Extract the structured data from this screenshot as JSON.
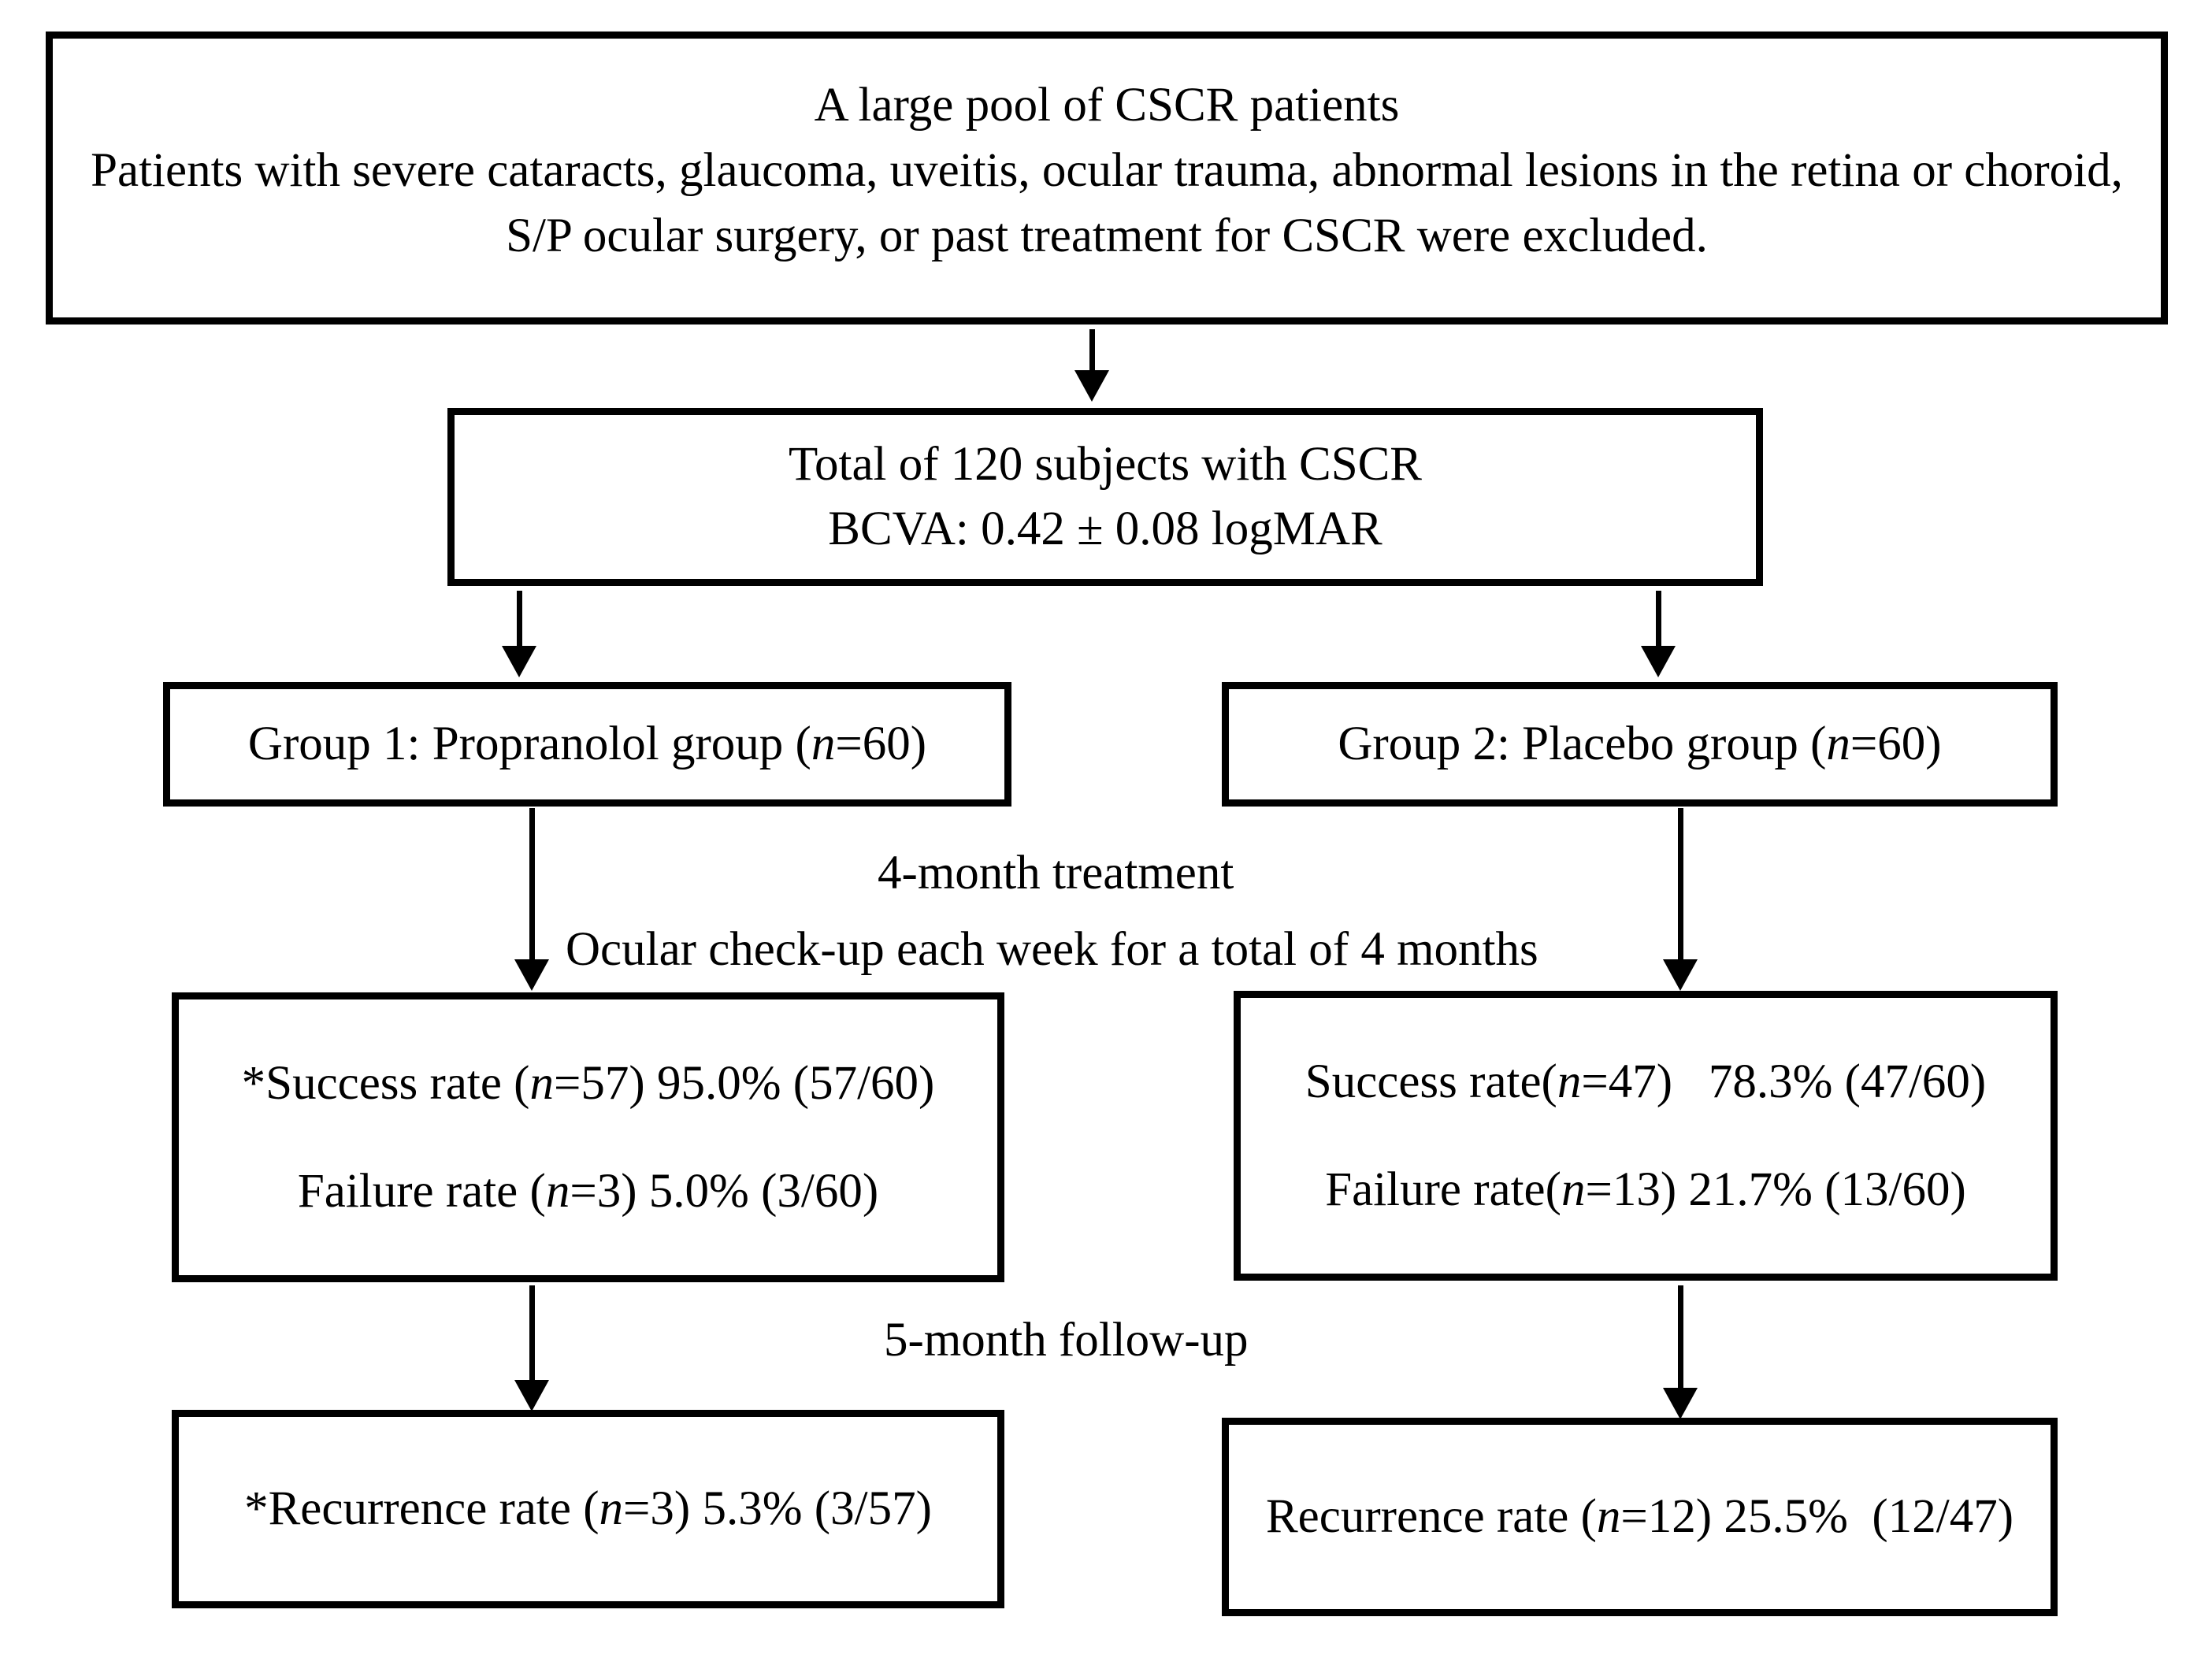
{
  "diagram": {
    "title": "CSCR propranolol vs placebo trial flowchart",
    "accent_color": "#000000",
    "background_color": "#ffffff"
  },
  "boxes": {
    "pool": {
      "line1": "A large pool of CSCR patients",
      "line2": "Patients with severe cataracts, glaucoma, uveitis, ocular trauma, abnormal lesions in the retina or choroid, S/P ocular surgery, or past treatment for CSCR were excluded."
    },
    "total": {
      "line1": "Total of 120 subjects with CSCR",
      "line2": "BCVA: 0.42 ± 0.08 logMAR"
    },
    "group1": {
      "prefix": "Group 1: Propranolol group (",
      "italic_n": "n",
      "suffix": "=60)"
    },
    "group2": {
      "prefix": "Group 2: Placebo group (",
      "italic_n": "n",
      "suffix": "=60)"
    },
    "rate1": {
      "success_prefix": "*Success rate (",
      "success_italic_n": "n",
      "success_suffix": "=57) 95.0% (57/60)",
      "failure_prefix": "Failure rate (",
      "failure_italic_n": "n",
      "failure_suffix": "=3) 5.0% (3/60)"
    },
    "rate2": {
      "success_prefix": "Success rate(",
      "success_italic_n": "n",
      "success_suffix": "=47)   78.3% (47/60)",
      "failure_prefix": "Failure rate(",
      "failure_italic_n": "n",
      "failure_suffix": "=13) 21.7% (13/60)"
    },
    "rec1": {
      "prefix": "*Recurrence rate (",
      "italic_n": "n",
      "suffix": "=3) 5.3% (3/57)"
    },
    "rec2": {
      "prefix": "Recurrence rate (",
      "italic_n": "n",
      "suffix": "=12) 25.5%  (12/47)"
    }
  },
  "labels": {
    "treatment": "4-month treatment",
    "checkup": "Ocular check-up each week for a total of 4 months",
    "followup": "5-month follow-up"
  },
  "chart_data": {
    "type": "flowchart",
    "title": "CSCR propranolol vs placebo trial flowchart",
    "nodes": [
      {
        "id": "pool",
        "label": "A large pool of CSCR patients; Patients with severe cataracts, glaucoma, uveitis, ocular trauma, abnormal lesions in the retina or choroid, S/P ocular surgery, or past treatment for CSCR were excluded."
      },
      {
        "id": "total",
        "label": "Total of 120 subjects with CSCR; BCVA: 0.42 ± 0.08 logMAR",
        "n": 120,
        "bcva_mean": 0.42,
        "bcva_sd": 0.08,
        "bcva_unit": "logMAR"
      },
      {
        "id": "group1",
        "label": "Group 1: Propranolol group (n=60)",
        "n": 60
      },
      {
        "id": "group2",
        "label": "Group 2: Placebo group (n=60)",
        "n": 60
      },
      {
        "id": "rate1",
        "label": "*Success rate (n=57) 95.0% (57/60); Failure rate (n=3) 5.0% (3/60)",
        "success_n": 57,
        "success_pct": 95.0,
        "failure_n": 3,
        "failure_pct": 5.0,
        "denominator": 60
      },
      {
        "id": "rate2",
        "label": "Success rate(n=47) 78.3% (47/60); Failure rate(n=13) 21.7% (13/60)",
        "success_n": 47,
        "success_pct": 78.3,
        "failure_n": 13,
        "failure_pct": 21.7,
        "denominator": 60
      },
      {
        "id": "rec1",
        "label": "*Recurrence rate (n=3) 5.3% (3/57)",
        "recurrence_n": 3,
        "recurrence_pct": 5.3,
        "denominator": 57
      },
      {
        "id": "rec2",
        "label": "Recurrence rate (n=12) 25.5% (12/47)",
        "recurrence_n": 12,
        "recurrence_pct": 25.5,
        "denominator": 47
      }
    ],
    "edges": [
      {
        "from": "pool",
        "to": "total",
        "label": ""
      },
      {
        "from": "total",
        "to": "group1",
        "label": ""
      },
      {
        "from": "total",
        "to": "group2",
        "label": ""
      },
      {
        "from": "group1",
        "to": "rate1",
        "label": "4-month treatment / Ocular check-up each week for a total of 4 months"
      },
      {
        "from": "group2",
        "to": "rate2",
        "label": "4-month treatment / Ocular check-up each week for a total of 4 months"
      },
      {
        "from": "rate1",
        "to": "rec1",
        "label": "5-month follow-up"
      },
      {
        "from": "rate2",
        "to": "rec2",
        "label": "5-month follow-up"
      }
    ]
  }
}
